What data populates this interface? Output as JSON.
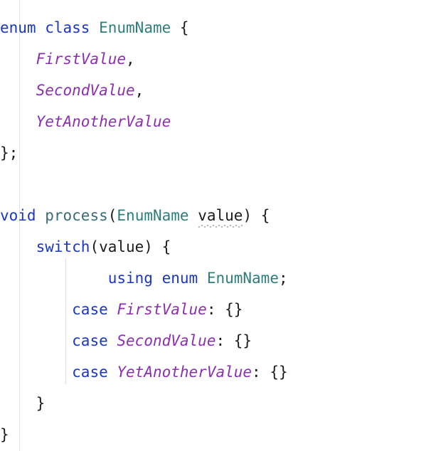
{
  "editor": {
    "language": "C++",
    "background": "#ffffff",
    "indent_unit": "    ",
    "colors": {
      "keyword": "#1a36c8",
      "type": "#2e7d7d",
      "enumerator": "#8b2fb0",
      "function": "#3a6a7a",
      "punctuation": "#1b1b1b",
      "gutter_rule": "#e3e3e6",
      "indent_guide": "#dedee2",
      "squiggle": "#b9b9bd"
    }
  },
  "code": {
    "lines": [
      {
        "indent": "",
        "tokens": [
          {
            "text": "enum",
            "kind": "keyword"
          },
          {
            "text": " ",
            "kind": "plain"
          },
          {
            "text": "class",
            "kind": "keyword"
          },
          {
            "text": " ",
            "kind": "plain"
          },
          {
            "text": "EnumName",
            "kind": "type"
          },
          {
            "text": " {",
            "kind": "punctuation"
          }
        ]
      },
      {
        "indent": "    ",
        "tokens": [
          {
            "text": "FirstValue",
            "kind": "enumerator"
          },
          {
            "text": ",",
            "kind": "punctuation"
          }
        ]
      },
      {
        "indent": "    ",
        "tokens": [
          {
            "text": "SecondValue",
            "kind": "enumerator"
          },
          {
            "text": ",",
            "kind": "punctuation"
          }
        ]
      },
      {
        "indent": "    ",
        "tokens": [
          {
            "text": "YetAnotherValue",
            "kind": "enumerator"
          }
        ]
      },
      {
        "indent": "",
        "tokens": [
          {
            "text": "};",
            "kind": "punctuation"
          }
        ]
      },
      {
        "indent": "",
        "tokens": []
      },
      {
        "indent": "",
        "tokens": [
          {
            "text": "void",
            "kind": "keyword"
          },
          {
            "text": " ",
            "kind": "plain"
          },
          {
            "text": "process",
            "kind": "function"
          },
          {
            "text": "(",
            "kind": "punctuation"
          },
          {
            "text": "EnumName",
            "kind": "type"
          },
          {
            "text": " ",
            "kind": "plain"
          },
          {
            "text": "value",
            "kind": "punctuation",
            "squiggle": true
          },
          {
            "text": ") {",
            "kind": "punctuation"
          }
        ]
      },
      {
        "indent": "    ",
        "tokens": [
          {
            "text": "switch",
            "kind": "keyword"
          },
          {
            "text": "(value) {",
            "kind": "punctuation"
          }
        ]
      },
      {
        "indent": "            ",
        "tokens": [
          {
            "text": "using",
            "kind": "keyword"
          },
          {
            "text": " ",
            "kind": "plain"
          },
          {
            "text": "enum",
            "kind": "keyword"
          },
          {
            "text": " ",
            "kind": "plain"
          },
          {
            "text": "EnumName",
            "kind": "type"
          },
          {
            "text": ";",
            "kind": "punctuation"
          }
        ]
      },
      {
        "indent": "        ",
        "tokens": [
          {
            "text": "case",
            "kind": "keyword"
          },
          {
            "text": " ",
            "kind": "plain"
          },
          {
            "text": "FirstValue",
            "kind": "enumerator"
          },
          {
            "text": ": {}",
            "kind": "punctuation"
          }
        ]
      },
      {
        "indent": "        ",
        "tokens": [
          {
            "text": "case",
            "kind": "keyword"
          },
          {
            "text": " ",
            "kind": "plain"
          },
          {
            "text": "SecondValue",
            "kind": "enumerator"
          },
          {
            "text": ": {}",
            "kind": "punctuation"
          }
        ]
      },
      {
        "indent": "        ",
        "tokens": [
          {
            "text": "case",
            "kind": "keyword"
          },
          {
            "text": " ",
            "kind": "plain"
          },
          {
            "text": "YetAnotherValue",
            "kind": "enumerator"
          },
          {
            "text": ": {}",
            "kind": "punctuation"
          }
        ]
      },
      {
        "indent": "    ",
        "tokens": [
          {
            "text": "}",
            "kind": "punctuation"
          }
        ]
      },
      {
        "indent": "",
        "tokens": [
          {
            "text": "}",
            "kind": "punctuation"
          }
        ]
      }
    ]
  }
}
